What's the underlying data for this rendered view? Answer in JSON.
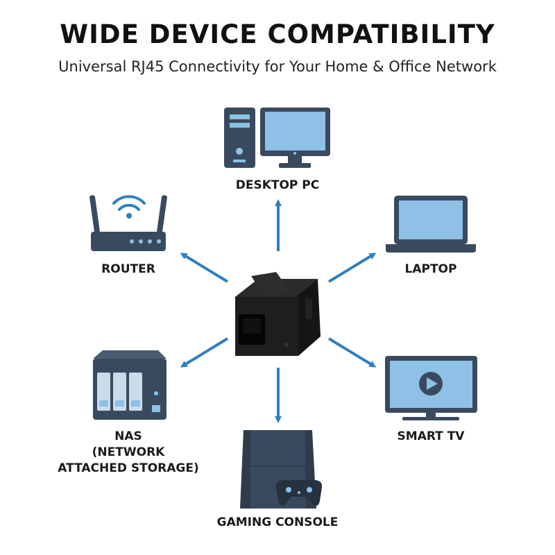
{
  "header": {
    "title": "WIDE DEVICE COMPATIBILITY",
    "subtitle": "Universal RJ45 Connectivity for Your Home & Office Network"
  },
  "devices": {
    "desktop": "DESKTOP PC",
    "router": "ROUTER",
    "laptop": "LAPTOP",
    "nas_line1": "NAS",
    "nas_line2": "(NETWORK",
    "nas_line3": "ATTACHED STORAGE)",
    "smart_tv": "SMART TV",
    "console": "GAMING CONSOLE"
  },
  "colors": {
    "arrow": "#2f7fc1",
    "device_dark": "#3a4a5e",
    "screen": "#8fc0e6",
    "coupler": "#1b1b1b"
  },
  "icons": [
    "desktop-pc-icon",
    "router-icon",
    "laptop-icon",
    "nas-icon",
    "smart-tv-icon",
    "gaming-console-icon",
    "rj45-coupler-icon"
  ]
}
